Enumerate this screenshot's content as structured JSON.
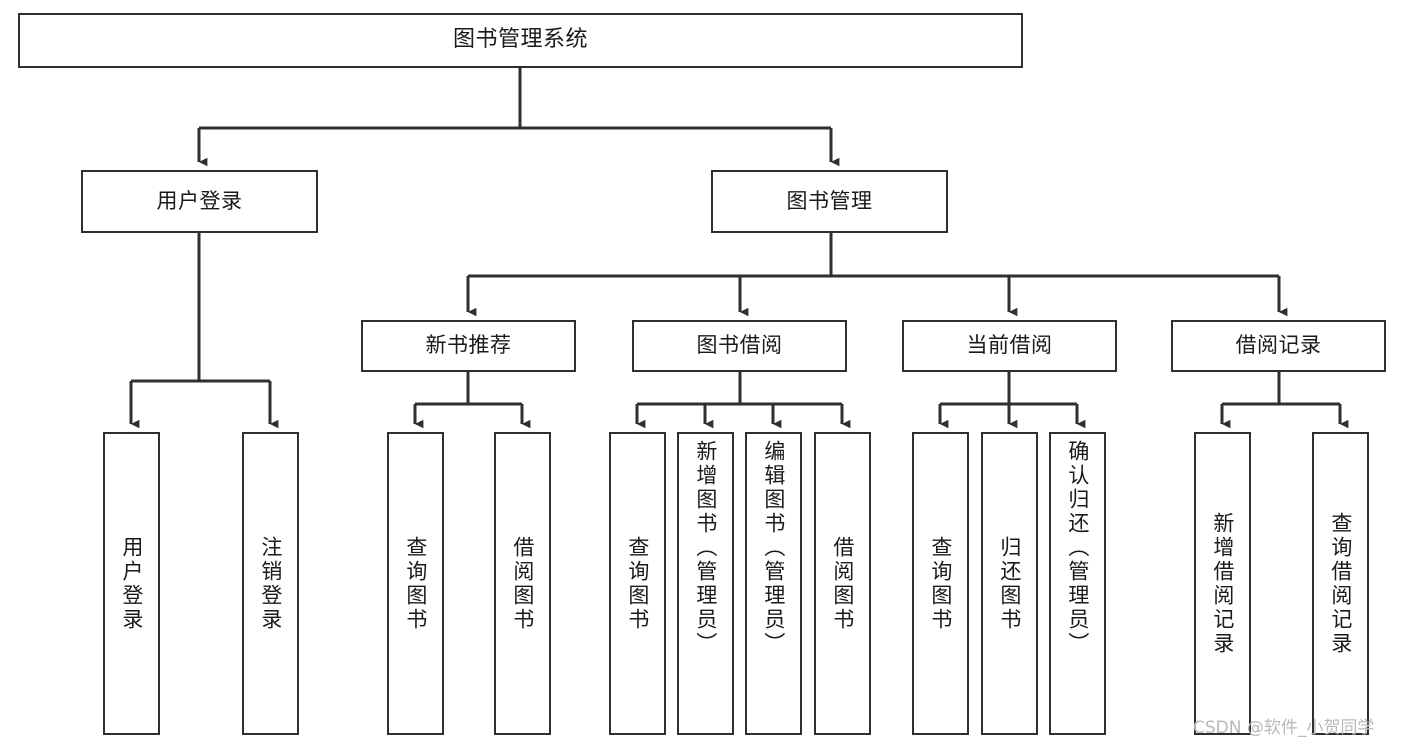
{
  "diagram": {
    "title": "图书管理系统",
    "type": "tree",
    "root": {
      "id": "root",
      "label": "图书管理系统"
    },
    "level2": [
      {
        "id": "user-login",
        "label": "用户登录"
      },
      {
        "id": "book-manage",
        "label": "图书管理"
      }
    ],
    "level3": [
      {
        "id": "new-book-recommend",
        "label": "新书推荐"
      },
      {
        "id": "book-borrow",
        "label": "图书借阅"
      },
      {
        "id": "current-borrow",
        "label": "当前借阅"
      },
      {
        "id": "borrow-record",
        "label": "借阅记录"
      }
    ],
    "leaves": {
      "user_login": [
        {
          "id": "leaf-user-login",
          "label": "用户登录"
        },
        {
          "id": "leaf-logout",
          "label": "注销登录"
        }
      ],
      "new_book_recommend": [
        {
          "id": "leaf-query-book-1",
          "label": "查询图书"
        },
        {
          "id": "leaf-borrow-book-1",
          "label": "借阅图书"
        }
      ],
      "book_borrow": [
        {
          "id": "leaf-query-book-2",
          "label": "查询图书"
        },
        {
          "id": "leaf-add-book",
          "label": "新增图书（管理员）"
        },
        {
          "id": "leaf-edit-book",
          "label": "编辑图书（管理员）"
        },
        {
          "id": "leaf-borrow-book-2",
          "label": "借阅图书"
        }
      ],
      "current_borrow": [
        {
          "id": "leaf-query-book-3",
          "label": "查询图书"
        },
        {
          "id": "leaf-return-book",
          "label": "归还图书"
        },
        {
          "id": "leaf-confirm-return",
          "label": "确认归还（管理员）"
        }
      ],
      "borrow_record": [
        {
          "id": "leaf-add-record",
          "label": "新增借阅记录"
        },
        {
          "id": "leaf-query-record",
          "label": "查询借阅记录"
        }
      ]
    }
  },
  "watermark": {
    "text": "CSDN @软件_小贺同学"
  },
  "colors": {
    "node_border": "#2f2f2f",
    "node_fill": "#ffffff",
    "connector": "#2f2f2f",
    "text": "#1a1a1a",
    "watermark": "#b9b9b9",
    "background": "#ffffff"
  }
}
